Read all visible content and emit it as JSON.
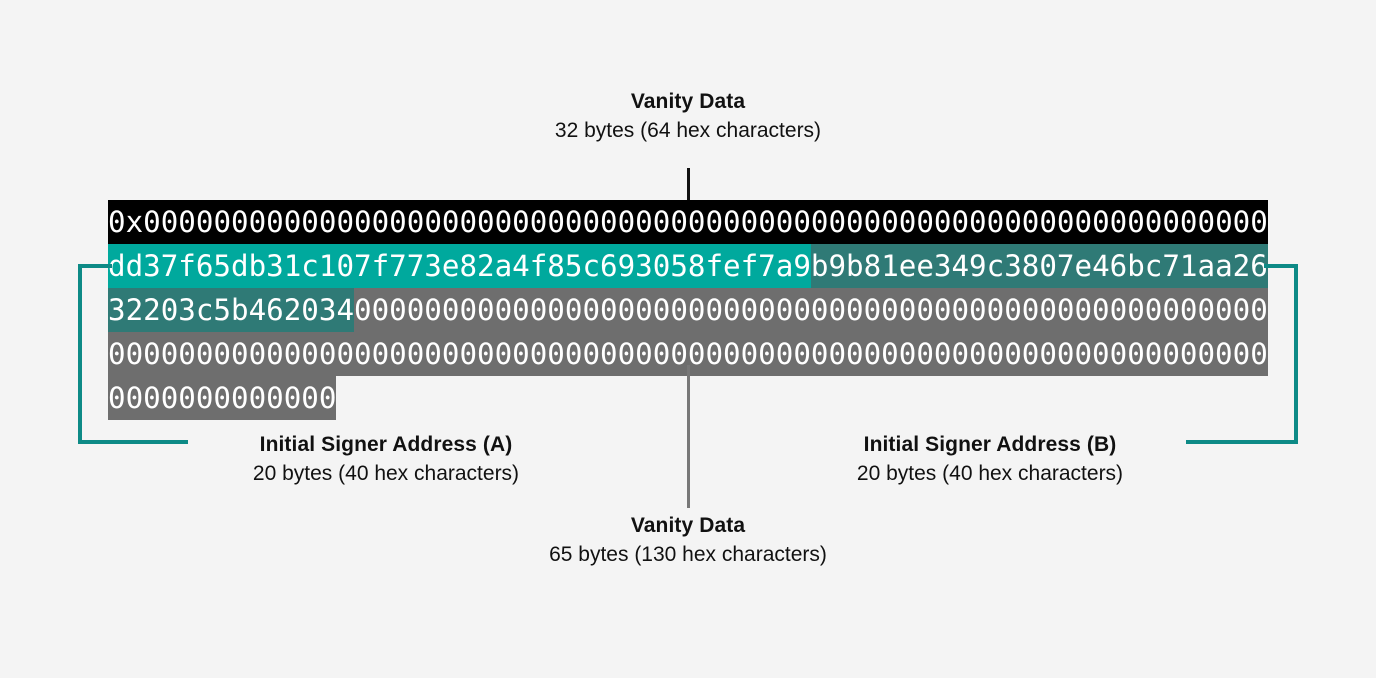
{
  "diagram": {
    "background_color": "#f4f4f4",
    "colors": {
      "vanity_black": "#000000",
      "signer_a_teal": "#00a99d",
      "signer_b_dark_teal": "#2f7a76",
      "padding_gray": "#6e6e6e",
      "bracket_teal": "#0d8a86",
      "text_dark": "#111111"
    },
    "labels": {
      "top": {
        "title": "Vanity Data",
        "subtitle": "32 bytes (64 hex characters)"
      },
      "bottom": {
        "title": "Vanity Data",
        "subtitle": "65 bytes (130 hex characters)"
      },
      "left": {
        "title": "Initial Signer Address (A)",
        "subtitle": "20 bytes (40 hex characters)"
      },
      "right": {
        "title": "Initial Signer Address (B)",
        "subtitle": "20 bytes (40 hex characters)"
      }
    },
    "hex": {
      "prefix": "0x",
      "vanity_top_zeros": "0000000000000000000000000000000000000000000000000000000000000000",
      "signer_a": "dd37f65db31c107f773e82a4f85c693058fef7a9",
      "signer_b_part1": "b9b81ee349c3807e46bc71aa26",
      "signer_b_part2": "32203c5b462034",
      "vanity_bottom_row3": "0000000000000000000000000000000000000000000000000000",
      "vanity_bottom_row4": "000000000000000000000000000000000000000000000000000000000000000000",
      "vanity_bottom_row5": "0000000000000"
    }
  }
}
